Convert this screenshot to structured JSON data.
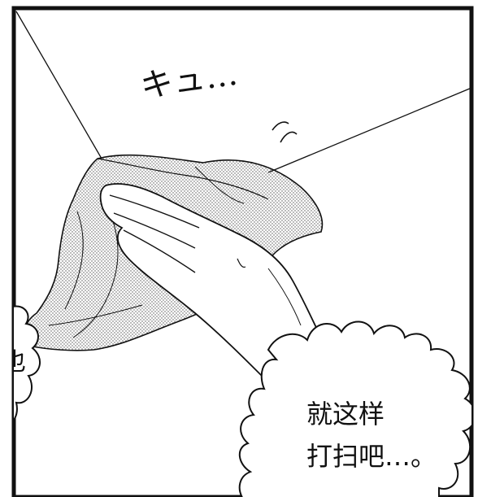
{
  "panel": {
    "sound_effect": "キュ…",
    "speech_right_line1": "就这样",
    "speech_right_line2": "打扫吧…。",
    "speech_left_partial": "也"
  },
  "colors": {
    "ink": "#111111",
    "paper": "#ffffff",
    "screentone": "#9a9a9a"
  }
}
